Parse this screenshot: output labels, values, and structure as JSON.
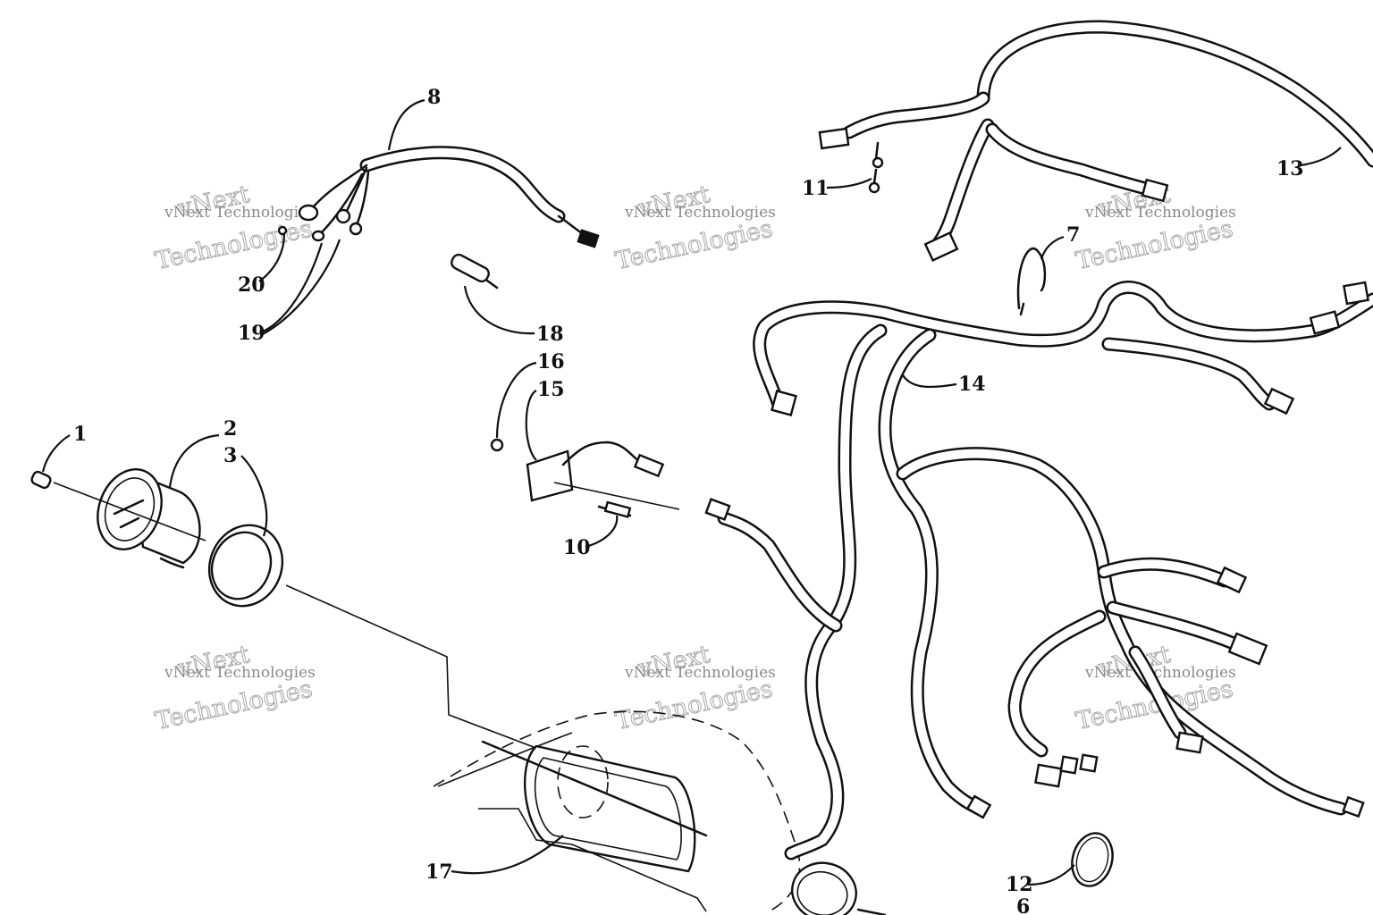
{
  "callouts": {
    "c1": "1",
    "c2": "2",
    "c3": "3",
    "c6": "6",
    "c7": "7",
    "c8": "8",
    "c10": "10",
    "c11": "11",
    "c12": "12",
    "c13": "13",
    "c14": "14",
    "c15": "15",
    "c16": "16",
    "c17": "17",
    "c18": "18",
    "c19": "19",
    "c20": "20"
  },
  "watermark": {
    "line1": "vNext Technologies",
    "line2": "vNext",
    "line3": "Technologies"
  },
  "colors": {
    "ink": "#111111",
    "paper": "#ffffff",
    "watermark": "#9a9a9a"
  }
}
